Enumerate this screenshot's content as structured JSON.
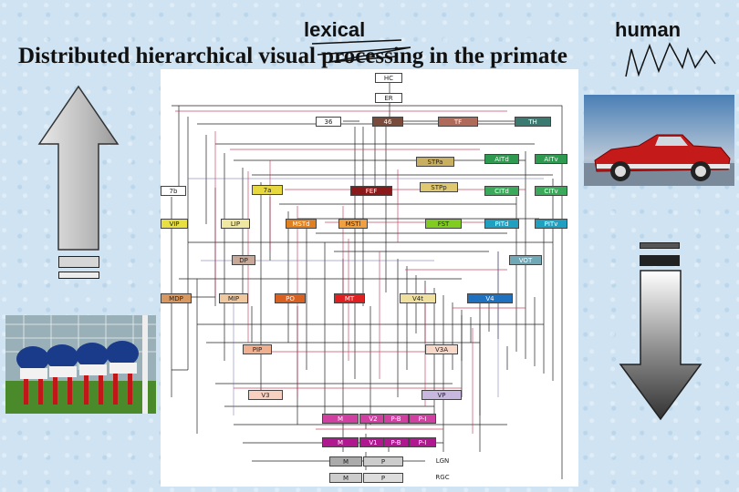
{
  "slide": {
    "title": "Distributed hierarchical visual processing in the primate",
    "annotation_lexical": "lexical",
    "annotation_human": "human"
  },
  "diagram": {
    "nodes": [
      {
        "id": "HC",
        "label": "HC",
        "color": "#ffffff"
      },
      {
        "id": "ER",
        "label": "ER",
        "color": "#ffffff"
      },
      {
        "id": "36",
        "label": "36",
        "color": "#ffffff"
      },
      {
        "id": "46",
        "label": "46",
        "color": "#7a4a3a"
      },
      {
        "id": "TF",
        "label": "TF",
        "color": "#b06a5a"
      },
      {
        "id": "TH",
        "label": "TH",
        "color": "#3a7a70"
      },
      {
        "id": "STPa",
        "label": "STPa",
        "color": "#c9b060"
      },
      {
        "id": "AITd",
        "label": "AITd",
        "color": "#2e9a50"
      },
      {
        "id": "AITv",
        "label": "AITv",
        "color": "#2e9a50"
      },
      {
        "id": "7b",
        "label": "7b",
        "color": "#ffffff"
      },
      {
        "id": "7a",
        "label": "7a",
        "color": "#e8d840"
      },
      {
        "id": "FEF",
        "label": "FEF",
        "color": "#8a1a1a"
      },
      {
        "id": "STPp",
        "label": "STPp",
        "color": "#e0c870"
      },
      {
        "id": "CITd",
        "label": "CITd",
        "color": "#3aaa5a"
      },
      {
        "id": "CITv",
        "label": "CITv",
        "color": "#3aaa5a"
      },
      {
        "id": "VIP",
        "label": "VIP",
        "color": "#e8e040"
      },
      {
        "id": "LIP",
        "label": "LIP",
        "color": "#f0e8a0"
      },
      {
        "id": "MSTd",
        "label": "MSTd",
        "color": "#e08020"
      },
      {
        "id": "MSTl",
        "label": "MSTl",
        "color": "#f0a040"
      },
      {
        "id": "FST",
        "label": "FST",
        "color": "#80cc20"
      },
      {
        "id": "PITd",
        "label": "PITd",
        "color": "#20a0c0"
      },
      {
        "id": "PITv",
        "label": "PITv",
        "color": "#20a0c0"
      },
      {
        "id": "DP",
        "label": "DP",
        "color": "#c8a898"
      },
      {
        "id": "VOT",
        "label": "VOT",
        "color": "#70a8b8"
      },
      {
        "id": "MDP",
        "label": "MDP",
        "color": "#d89860"
      },
      {
        "id": "MIP",
        "label": "MIP",
        "color": "#f0c8a0"
      },
      {
        "id": "PO",
        "label": "PO",
        "color": "#d86020"
      },
      {
        "id": "MT",
        "label": "MT",
        "color": "#e02020"
      },
      {
        "id": "V4t",
        "label": "V4t",
        "color": "#f0e0a0"
      },
      {
        "id": "V4",
        "label": "V4",
        "color": "#2070c0"
      },
      {
        "id": "PIP",
        "label": "PIP",
        "color": "#f0b090"
      },
      {
        "id": "V3A",
        "label": "V3A",
        "color": "#f8d8c8"
      },
      {
        "id": "V3",
        "label": "V3",
        "color": "#f8d0c0"
      },
      {
        "id": "VP",
        "label": "VP",
        "color": "#c8b8e0"
      },
      {
        "id": "V2M",
        "label": "M",
        "color": "#d040a0"
      },
      {
        "id": "V2",
        "label": "V2",
        "color": "#d040a0"
      },
      {
        "id": "V2PB",
        "label": "P-B",
        "color": "#d040a0"
      },
      {
        "id": "V2PI",
        "label": "P-I",
        "color": "#d040a0"
      },
      {
        "id": "V1M",
        "label": "M",
        "color": "#b01890"
      },
      {
        "id": "V1",
        "label": "V1",
        "color": "#b01890"
      },
      {
        "id": "V1PB",
        "label": "P-B",
        "color": "#b01890"
      },
      {
        "id": "V1PI",
        "label": "P-I",
        "color": "#b01890"
      },
      {
        "id": "LGNM",
        "label": "M",
        "color": "#aaaaaa"
      },
      {
        "id": "LGNP",
        "label": "P",
        "color": "#cccccc"
      },
      {
        "id": "LGN",
        "label": "LGN",
        "color": "#ffffff"
      },
      {
        "id": "RGCM",
        "label": "M",
        "color": "#cccccc"
      },
      {
        "id": "RGCP",
        "label": "P",
        "color": "#dddddd"
      },
      {
        "id": "RGC",
        "label": "RGC",
        "color": "#ffffff"
      }
    ]
  },
  "icons": {
    "up_arrow": "up-arrow-icon",
    "down_arrow": "down-arrow-icon"
  }
}
